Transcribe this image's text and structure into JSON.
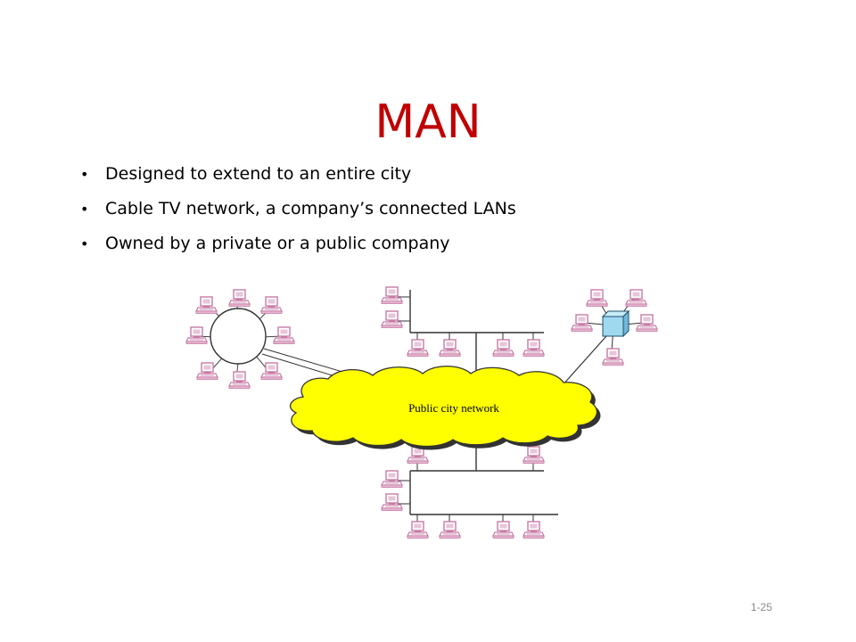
{
  "slide": {
    "title": "MAN",
    "bullets": [
      "Designed to extend to an entire city",
      "Cable TV network, a company’s connected LANs",
      "Owned by a private or a public company"
    ],
    "number": "1-25"
  },
  "diagram": {
    "cloud_label": "Public city network",
    "colors": {
      "cloud_fill": "#ffff00",
      "switch_fill": "#9fd9f0",
      "computer_color": "#c77aa5",
      "title_color": "#c00000"
    },
    "ring_computers": 8,
    "top_bus_computers": 6,
    "bottom_bus_computers": 8,
    "star_computers": 5
  }
}
